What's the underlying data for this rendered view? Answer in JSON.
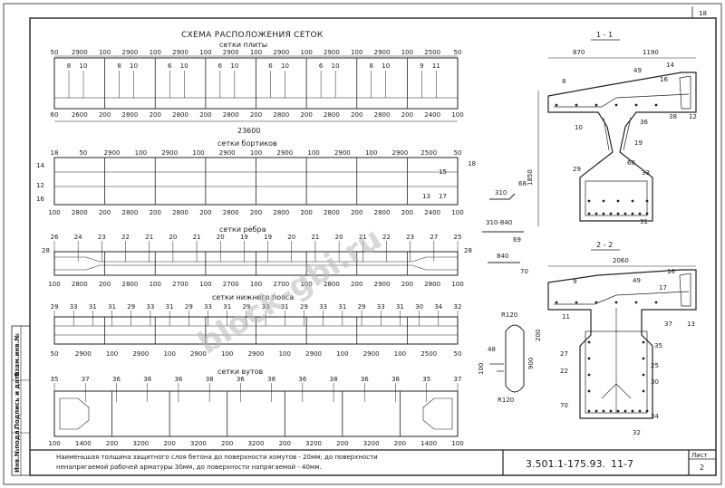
{
  "sheet": {
    "page_number": "18",
    "code": "3.501.1-175.93.",
    "issue": "11-7",
    "sheet_label": "Лист",
    "sheet_number": "2",
    "side_labels": [
      "Взам.инв.№",
      "Подпись и дата",
      "Инв.№подл."
    ],
    "watermark": "block-gbi.ru",
    "note_line1": "Наименьшая толщина защитного слоя бетона до поверхности хомутов - 20мм; до поверхности",
    "note_line2": "ненапрягаемой рабочей арматуры 30мм, до поверхности напрягаемой - 40мм."
  },
  "layout_scheme": {
    "title": "СХЕМА РАСПОЛОЖЕНИЯ СЕТОК",
    "plate": {
      "title": "сетки плиты",
      "top_dims": [
        "50",
        "2900",
        "100",
        "2900",
        "100",
        "2900",
        "100",
        "2900",
        "100",
        "2900",
        "100",
        "2900",
        "100",
        "2900",
        "100",
        "2500",
        "50"
      ],
      "marks": [
        "8",
        "10",
        "8",
        "10",
        "6",
        "10",
        "6",
        "10",
        "6",
        "10",
        "6",
        "10",
        "8",
        "10",
        "9",
        "11"
      ],
      "bottom_dims": [
        "60",
        "2600",
        "200",
        "2800",
        "200",
        "2800",
        "200",
        "2800",
        "200",
        "2800",
        "200",
        "2800",
        "200",
        "2800",
        "200",
        "2400",
        "100"
      ],
      "total": "23600"
    },
    "sides": {
      "title": "сетки бортиков",
      "top_dims": [
        "18",
        "50",
        "2900",
        "100",
        "2900",
        "100",
        "2900",
        "100",
        "2900",
        "100",
        "2900",
        "100",
        "2900",
        "2500",
        "50"
      ],
      "left_marks": [
        "14",
        "12",
        "16"
      ],
      "right_marks": [
        "18",
        "15",
        "13",
        "17"
      ],
      "bottom_dims": [
        "100",
        "2800",
        "200",
        "2800",
        "200",
        "2800",
        "200",
        "2800",
        "200",
        "2800",
        "200",
        "2800",
        "200",
        "2800",
        "200",
        "2400",
        "100"
      ]
    },
    "rib": {
      "title": "сетки ребра",
      "top_marks": [
        "26",
        "24",
        "23",
        "22",
        "21",
        "20",
        "21",
        "20",
        "19",
        "19",
        "20",
        "21",
        "20",
        "21",
        "22",
        "23",
        "27",
        "25"
      ],
      "end_marks": [
        "28",
        "28"
      ],
      "bottom_dims": [
        "100",
        "2800",
        "200",
        "2800",
        "100",
        "2700",
        "100",
        "2700",
        "100",
        "2700",
        "100",
        "2800",
        "200",
        "2900",
        "200",
        "2800",
        "100"
      ]
    },
    "bottom_belt": {
      "title": "сетки нижнего пояса",
      "top_marks": [
        "29",
        "33",
        "31",
        "31",
        "29",
        "33",
        "31",
        "29",
        "33",
        "31",
        "29",
        "33",
        "31",
        "29",
        "33",
        "31",
        "29",
        "33",
        "31",
        "30",
        "34",
        "32"
      ],
      "bottom_dims": [
        "50",
        "2900",
        "100",
        "2900",
        "100",
        "2900",
        "100",
        "2900",
        "100",
        "2900",
        "100",
        "2900",
        "100",
        "2500",
        "50"
      ]
    },
    "haunches": {
      "title": "сетки вутов",
      "top_marks": [
        "35",
        "37",
        "36",
        "38",
        "36",
        "38",
        "36",
        "38",
        "36",
        "38",
        "36",
        "38",
        "35",
        "37"
      ],
      "bottom_dims": [
        "100",
        "1400",
        "200",
        "3200",
        "200",
        "3200",
        "200",
        "3200",
        "200",
        "3200",
        "200",
        "3200",
        "200",
        "1400",
        "100"
      ]
    }
  },
  "section_1": {
    "title": "1 - 1",
    "dims": [
      "870",
      "1190",
      "1850"
    ],
    "marks": [
      "49",
      "14",
      "16",
      "8",
      "38",
      "12",
      "10",
      "36",
      "19",
      "68",
      "29",
      "33",
      "31"
    ]
  },
  "section_2": {
    "title": "2 - 2",
    "dims": [
      "2060"
    ],
    "marks": [
      "16",
      "9",
      "49",
      "17",
      "11",
      "37",
      "13",
      "35",
      "27",
      "25",
      "22",
      "30",
      "70",
      "34",
      "32"
    ]
  },
  "details": {
    "d68": {
      "len": "310",
      "mark": "68"
    },
    "d69": {
      "len": "310-840",
      "mark": "69"
    },
    "d70": {
      "len": "840",
      "mark": "70"
    },
    "loop": {
      "top": "R120",
      "bottom": "R120",
      "mark": "48",
      "left": "100",
      "h1": "200",
      "h2": "900"
    }
  }
}
